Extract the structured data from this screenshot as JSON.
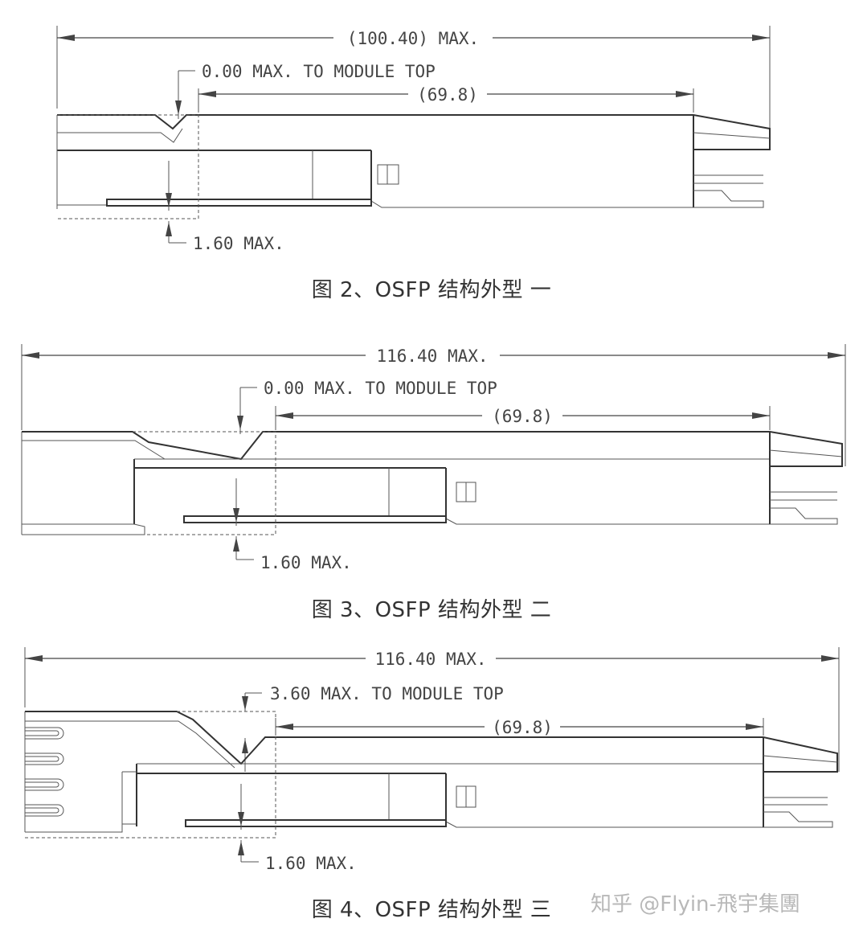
{
  "colors": {
    "line": "#444444",
    "caption": "#333333",
    "watermark": "#b8b8b8",
    "background": "#ffffff"
  },
  "figures": [
    {
      "caption": "图 2、OSFP 结构外型 一",
      "overall_dim": "(100.40) MAX.",
      "top_dim": "0.00 MAX. TO MODULE TOP",
      "body_dim": "(69.8)",
      "bottom_dim": "1.60 MAX."
    },
    {
      "caption": "图 3、OSFP 结构外型 二",
      "overall_dim": "116.40 MAX.",
      "top_dim": "0.00 MAX. TO MODULE TOP",
      "body_dim": "(69.8)",
      "bottom_dim": "1.60 MAX."
    },
    {
      "caption": "图 4、OSFP 结构外型 三",
      "overall_dim": "116.40 MAX.",
      "top_dim": "3.60 MAX. TO MODULE TOP",
      "body_dim": "(69.8)",
      "bottom_dim": "1.60 MAX."
    }
  ],
  "watermark": "知乎 @Flyin-飛宇集團"
}
